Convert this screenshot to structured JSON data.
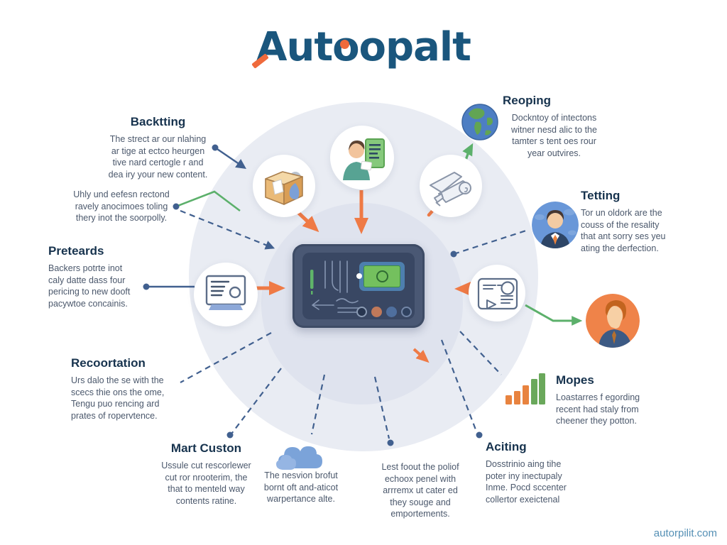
{
  "title": "Autoopalt",
  "watermark": "autorpilit.com",
  "colors": {
    "title_blue": "#1a567d",
    "accent_orange": "#ef6a3c",
    "heading_navy": "#17334e",
    "body_gray": "#4b586c",
    "connector_navy": "#41608f",
    "connector_green": "#5cb06b",
    "connector_orange": "#ef7a45",
    "hub_outer": "#e9ecf3",
    "hub_inner": "#dfe3ee"
  },
  "labels": {
    "backtting": {
      "title": "Backtting",
      "body": "The strect ar our nlahing\nar tige at ectco heurgen\ntive nard certogle r and\ndea iry your new content."
    },
    "uhly_note": {
      "body": "Uhly und eefesn rectond\nravely anocimoes toling\nthery inot the soorpolly."
    },
    "preteards": {
      "title": "Preteards",
      "body": "Backers potrte inot\ncaly datte dass four\npericing to new dooft\npacywtoe concainis."
    },
    "recortation": {
      "title": "Recoortation",
      "body": "Urs dalo the se with the\nscecs thie ons the ome,\nTengu puo rencing ard\nprates of ropervtence."
    },
    "mart_custon": {
      "title": "Mart Custon",
      "body": "Ussule cut rescorlewer\ncut ror nrooterim, the\nthat to menteld way\ncontents ratine."
    },
    "cloud_note": {
      "body": "The nesvion brofut\nbornt oft and-aticot\nwarpertance alte."
    },
    "lest_foout": {
      "body": "Lest foout the poliof\nechoox penel with\narrremx ut cater ed\nthey souge and\nemportements."
    },
    "aciting": {
      "title": "Aciting",
      "body": "Dosstrinio aing tihe\npoter iny inectupaly\nInme. Pocd sccenter\ncollertor exeictenal"
    },
    "mopes": {
      "title": "Mopes",
      "body": "Loastarres f egording\nrecent had staly from\ncheener they potton."
    },
    "tetting": {
      "title": "Tetting",
      "body": "Tor un oldork are the\ncouss of the resality\nthat ant sorry ses yeu\nating the derfection."
    },
    "reoping": {
      "title": "Reoping",
      "body": "Dockntoy of intectons\nwitner nesd alic to the\ntamter s tent oes rour\nyear outvires."
    }
  },
  "icons": {
    "package_box": "cardboard shipping box",
    "clipboard_person": "person holding green document",
    "airplane": "sketched airplane",
    "globe": "earth globe",
    "consultant_avatar": "man avatar in blue circle",
    "document_card": "sketched document card",
    "profile_avatar": "man profile in orange circle",
    "browser_window": "sketched monitor window",
    "bar_chart": "ascending bar chart",
    "cloud": "blue cloud",
    "dashboard_device": "central control tablet"
  }
}
